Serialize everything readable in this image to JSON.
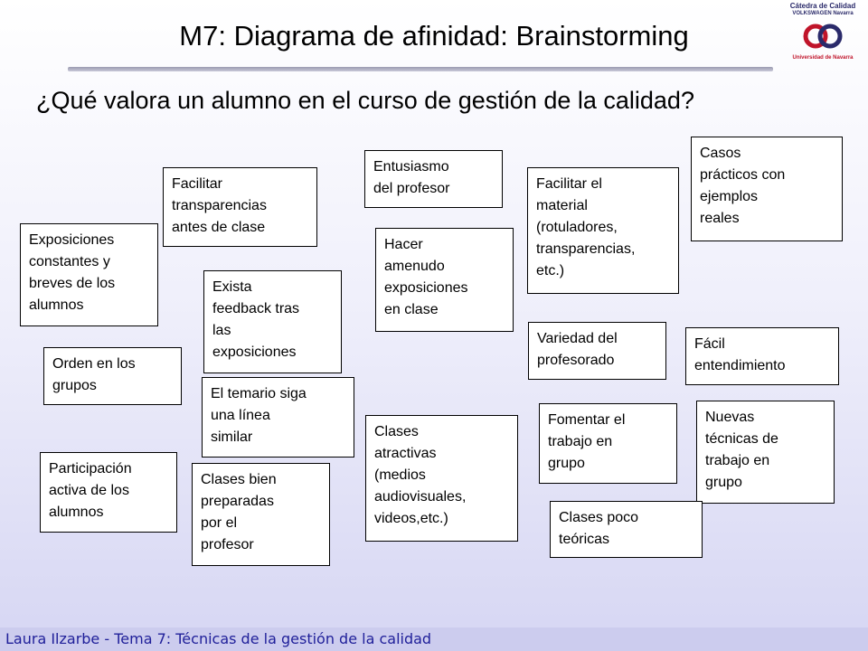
{
  "slide": {
    "title": "M7: Diagrama de afinidad: Brainstorming",
    "subtitle": "¿Qué valora un alumno en el curso de gestión de la calidad?",
    "footer": "Laura Ilzarbe - Tema 7: Técnicas de la gestión de la calidad"
  },
  "logo": {
    "top": "Cátedra de Calidad",
    "sub": "VOLKSWAGEN Navarra",
    "bottom": "Universidad de Navarra",
    "colors": {
      "navy": "#2a2a6a",
      "red": "#c0142a"
    }
  },
  "notes": [
    {
      "lines": [
        "Exposiciones",
        "constantes y",
        "breves de los",
        "alumnos"
      ]
    },
    {
      "lines": [
        "Facilitar",
        "transparencias",
        "antes de clase"
      ]
    },
    {
      "lines": [
        "Entusiasmo",
        "del profesor"
      ]
    },
    {
      "lines": [
        "Facilitar el",
        "material",
        "(rotuladores,",
        "transparencias,",
        "etc.)"
      ]
    },
    {
      "lines": [
        "Casos",
        "prácticos con",
        "ejemplos",
        "reales"
      ]
    },
    {
      "lines": [
        "Hacer",
        "amenudo",
        "exposiciones",
        "en clase"
      ]
    },
    {
      "lines": [
        "Exista",
        "feedback tras",
        "las",
        "exposiciones"
      ]
    },
    {
      "lines": [
        "Orden en los",
        "grupos"
      ]
    },
    {
      "lines": [
        "Variedad del",
        "profesorado"
      ]
    },
    {
      "lines": [
        "Fácil",
        "entendimiento"
      ]
    },
    {
      "lines": [
        "El temario siga",
        "una línea",
        "similar"
      ]
    },
    {
      "lines": [
        "Clases",
        "atractivas",
        "(medios",
        "audiovisuales,",
        "videos,etc.)"
      ]
    },
    {
      "lines": [
        "Fomentar el",
        "trabajo en",
        "grupo"
      ]
    },
    {
      "lines": [
        "Nuevas",
        "técnicas de",
        "trabajo en",
        "grupo"
      ]
    },
    {
      "lines": [
        "Participación",
        "activa de los",
        "alumnos"
      ]
    },
    {
      "lines": [
        "Clases bien",
        "preparadas",
        "por el",
        "profesor"
      ]
    },
    {
      "lines": [
        "Clases poco",
        "teóricas"
      ]
    }
  ]
}
